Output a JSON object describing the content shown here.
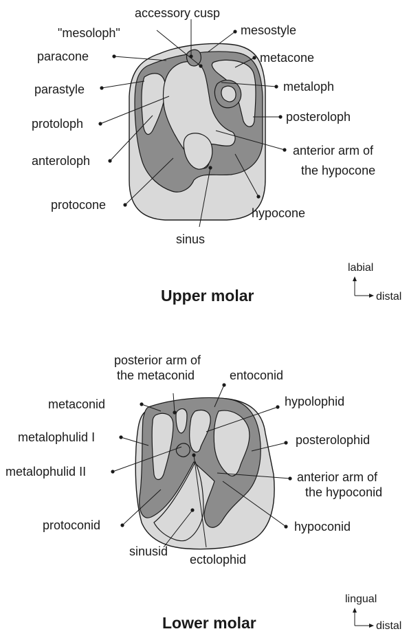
{
  "upper": {
    "title": "Upper molar",
    "labels": {
      "accessory_cusp": "accessory cusp",
      "mesoloph": "\"mesoloph\"",
      "mesostyle": "mesostyle",
      "paracone": "paracone",
      "metacone": "metacone",
      "parastyle": "parastyle",
      "metaloph": "metaloph",
      "protoloph": "protoloph",
      "posteroloph": "posteroloph",
      "anteroloph": "anteroloph",
      "anterior_arm_1": "anterior arm of",
      "anterior_arm_2": "the hypocone",
      "protocone": "protocone",
      "hypocone": "hypocone",
      "sinus": "sinus"
    },
    "direction": {
      "vertical": "labial",
      "horizontal": "distal"
    }
  },
  "lower": {
    "title": "Lower molar",
    "labels": {
      "posterior_arm_1": "posterior arm of",
      "posterior_arm_2": "the metaconid",
      "entoconid": "entoconid",
      "metaconid": "metaconid",
      "hypolophid": "hypolophid",
      "metalophulid_1": "metalophulid I",
      "posterolophid": "posterolophid",
      "metalophulid_2": "metalophulid II",
      "anterior_arm_1": "anterior arm of",
      "anterior_arm_2": "the hypoconid",
      "protoconid": "protoconid",
      "hypoconid": "hypoconid",
      "sinusid": "sinusid",
      "ectolophid": "ectolophid"
    },
    "direction": {
      "vertical": "lingual",
      "horizontal": "distal"
    }
  }
}
